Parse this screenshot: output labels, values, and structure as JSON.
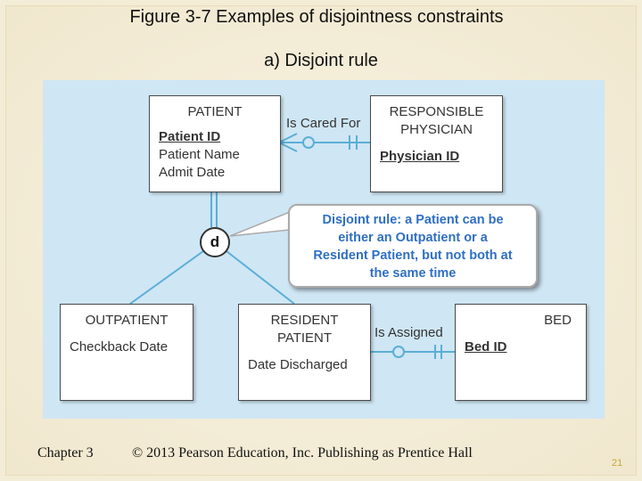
{
  "title": "Figure 3-7 Examples of disjointness constraints",
  "subtitle": "a) Disjoint rule",
  "diagram": {
    "patient": {
      "name": "PATIENT",
      "attributes": [
        "Patient ID",
        "Patient Name",
        "Admit Date"
      ]
    },
    "physician": {
      "name_line1": "RESPONSIBLE",
      "name_line2": "PHYSICIAN",
      "attributes": [
        "Physician ID"
      ]
    },
    "outpatient": {
      "name": "OUTPATIENT",
      "attributes": [
        "Checkback Date"
      ]
    },
    "resident": {
      "name_line1": "RESIDENT",
      "name_line2": "PATIENT",
      "attributes": [
        "Date Discharged"
      ]
    },
    "bed": {
      "name": "BED",
      "attributes": [
        "Bed ID"
      ]
    },
    "rel_cared_for": "Is Cared For",
    "rel_assigned": "Is Assigned",
    "constraint_symbol": "d",
    "callout_lines": [
      "Disjoint rule: a Patient can be",
      "either an Outpatient or a",
      "Resident Patient, but not both at",
      "the same time"
    ]
  },
  "footer": {
    "chapter": "Chapter 3",
    "copyright": "© 2013 Pearson Education, Inc.  Publishing as Prentice Hall",
    "page": "21"
  },
  "colors": {
    "panel": "#cfe6f4",
    "lines": "#5aaed6",
    "callout_text": "#2f6fc4"
  }
}
